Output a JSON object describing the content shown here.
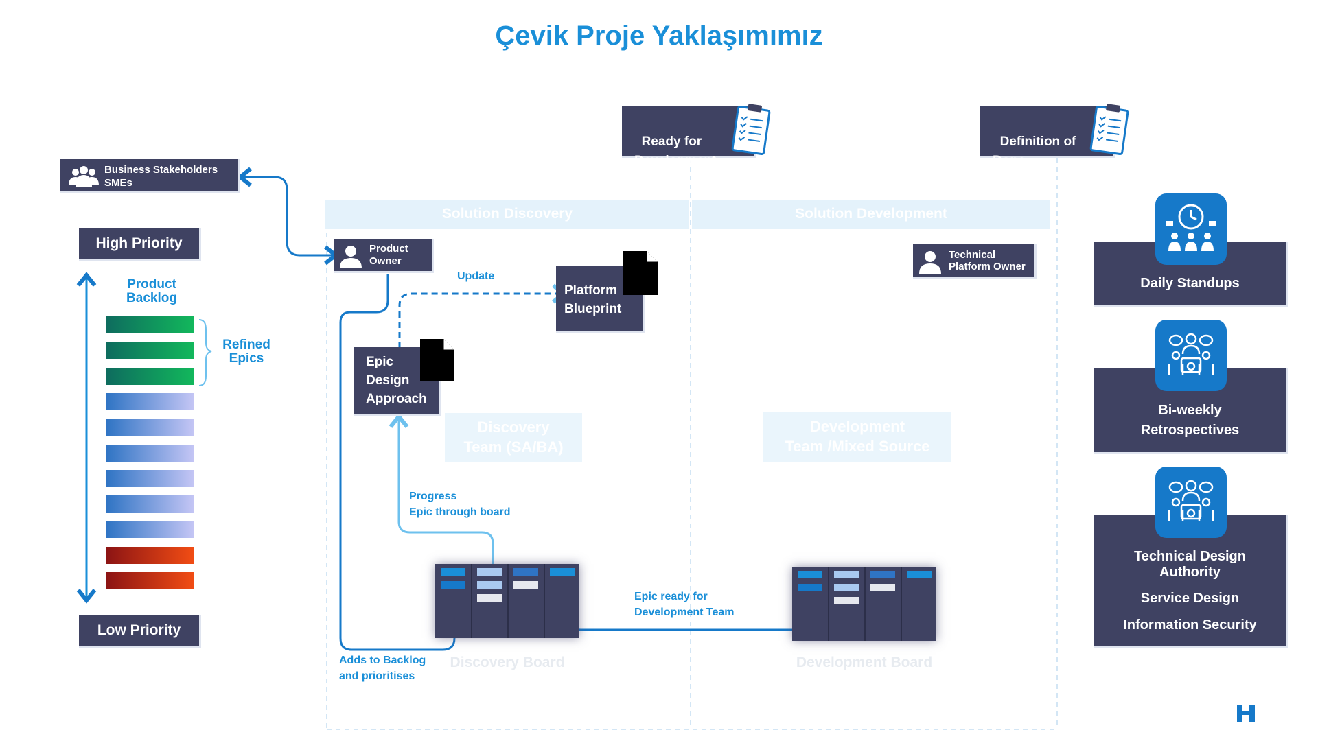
{
  "title": "Çevik Proje Yaklaşımımız",
  "gates": {
    "ready": "Ready for\nDevelopment",
    "done": "Definition of\nDone"
  },
  "stakeholders": {
    "label": "Business Stakeholders\nSMEs",
    "icon": "people-group-icon"
  },
  "priority": {
    "high": "High Priority",
    "low": "Low Priority"
  },
  "backlog": {
    "title": "Product\nBacklog",
    "refined_label": "Refined\nEpics",
    "bar_colors": [
      [
        "#0e6c5e",
        "#12b85c"
      ],
      [
        "#0e6c5e",
        "#12b85c"
      ],
      [
        "#0e6c5e",
        "#12b85c"
      ],
      [
        "#2f74c4",
        "#c5c6f5"
      ],
      [
        "#2f74c4",
        "#c5c6f5"
      ],
      [
        "#2f74c4",
        "#c5c6f5"
      ],
      [
        "#2f74c4",
        "#c5c6f5"
      ],
      [
        "#2f74c4",
        "#c5c6f5"
      ],
      [
        "#2f74c4",
        "#c5c6f5"
      ],
      [
        "#8c1414",
        "#f24d14"
      ],
      [
        "#8c1414",
        "#f24d14"
      ]
    ]
  },
  "lanes": {
    "discovery": "Solution Discovery",
    "development": "Solution Development"
  },
  "roles": {
    "product_owner": "Product\nOwner",
    "tech_owner": "Technical\nPlatform Owner"
  },
  "artifacts": {
    "blueprint": "Platform\nBlueprint",
    "epic_design": "Epic\nDesign\nApproach"
  },
  "teams": {
    "discovery": "Discovery\nTeam (SA/BA)",
    "development": "Development\nTeam /Mixed Source"
  },
  "flows": {
    "update": "Update",
    "progress": "Progress\nEpic through board",
    "adds": "Adds to Backlog\nand prioritises",
    "epic_ready": "Epic ready for\nDevelopment Team"
  },
  "boards": {
    "discovery": "Discovery Board",
    "development": "Development Board"
  },
  "ceremonies": [
    {
      "label": "Daily Standups",
      "icon": "clock-team-icon"
    },
    {
      "label": "Bi-weekly\nRetrospectives",
      "icon": "team-meeting-icon"
    },
    {
      "lines": [
        "Technical Design\nAuthority",
        "Service Design",
        "Information Security"
      ],
      "icon": "team-meeting-icon"
    }
  ],
  "colors": {
    "accent": "#1a8fd8",
    "box": "#3f4262",
    "light_line": "#6ec1ee",
    "dark_line": "#1679c9"
  }
}
